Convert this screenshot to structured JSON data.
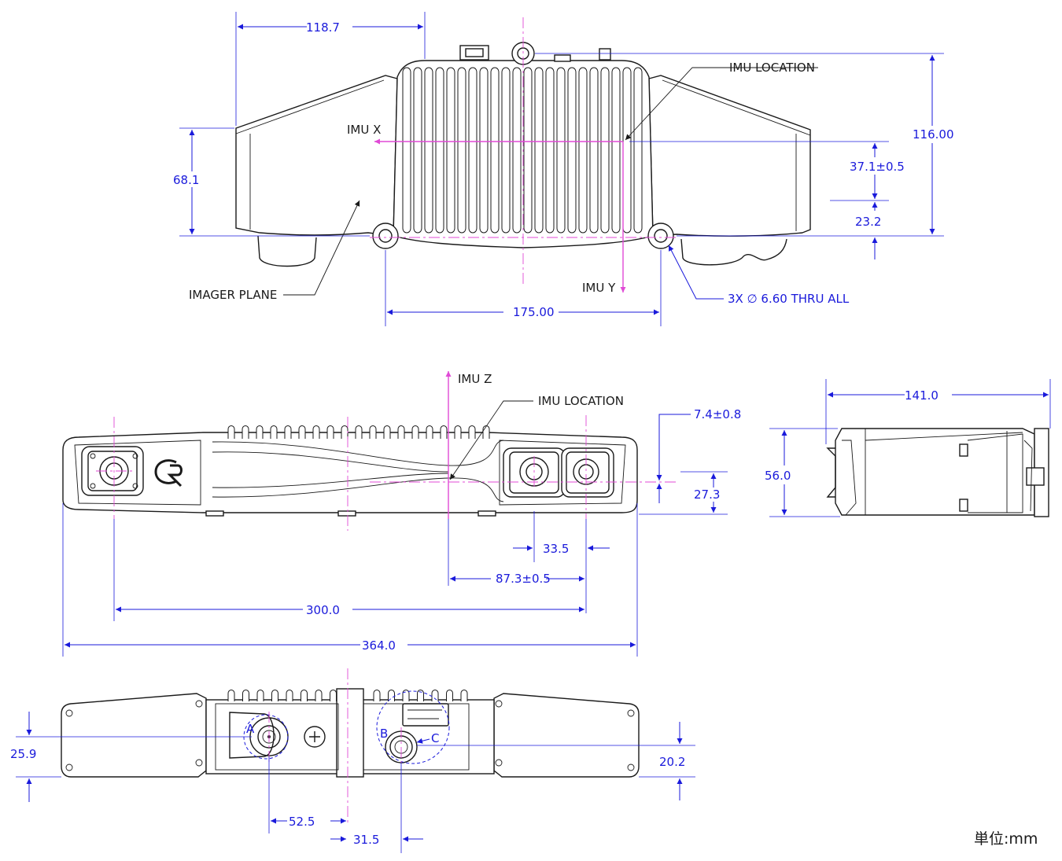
{
  "top_view": {
    "dims": {
      "d_118_7": "118.7",
      "d_116_00": "116.00",
      "d_68_1": "68.1",
      "d_37_1": "37.1±0.5",
      "d_23_2": "23.2",
      "d_175_00": "175.00"
    },
    "labels": {
      "imu_location": "IMU LOCATION",
      "imu_x": "IMU X",
      "imu_y": "IMU Y",
      "imager_plane": "IMAGER PLANE",
      "thru_hole": "3X ∅ 6.60 THRU ALL"
    }
  },
  "front_view": {
    "dims": {
      "d_7_4": "7.4±0.8",
      "d_27_3": "27.3",
      "d_33_5": "33.5",
      "d_87_3": "87.3±0.5",
      "d_300_0": "300.0",
      "d_364_0": "364.0"
    },
    "labels": {
      "imu_z": "IMU Z",
      "imu_location": "IMU LOCATION"
    }
  },
  "side_view": {
    "dims": {
      "d_141_0": "141.0",
      "d_56_0": "56.0"
    }
  },
  "rear_view": {
    "dims": {
      "d_25_9": "25.9",
      "d_20_2": "20.2",
      "d_52_5": "52.5",
      "d_31_5": "31.5"
    },
    "labels": {
      "conn_a": "A",
      "conn_b": "B",
      "conn_c": "C"
    }
  },
  "unit_label": "単位:mm",
  "colors": {
    "dimension": "#1a1adb",
    "axis": "#e04ad6",
    "outline": "#1a1a1a"
  }
}
